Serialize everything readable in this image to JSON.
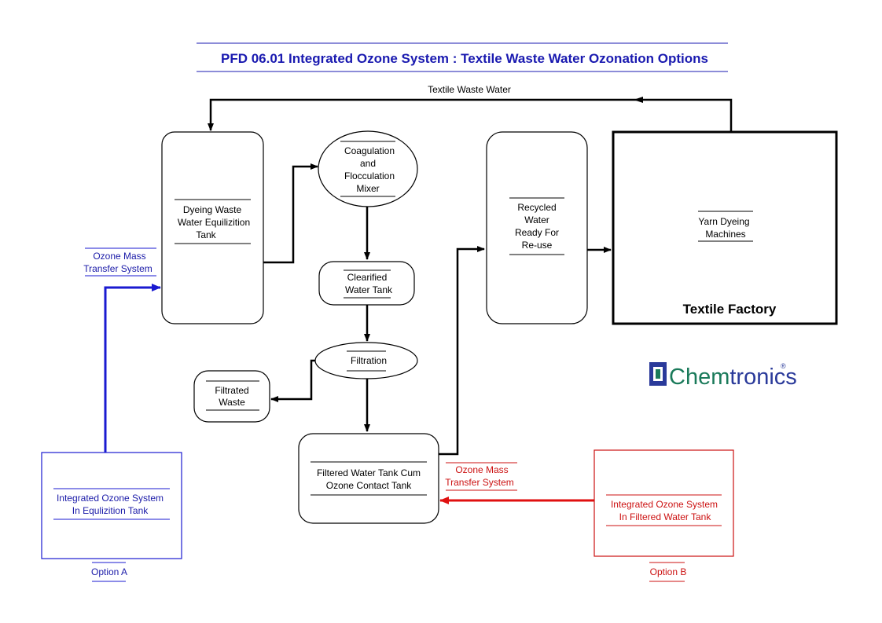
{
  "title": "PFD 06.01 Integrated Ozone System : Textile Waste Water Ozonation Options",
  "flow_label_top": "Textile Waste Water",
  "nodes": {
    "dyeing_tank": [
      "Dyeing Waste",
      "Water Equilizition",
      "Tank"
    ],
    "coagulation": [
      "Coagulation",
      "and",
      "Flocculation",
      "Mixer"
    ],
    "clearified": [
      "Clearified",
      "Water Tank"
    ],
    "filtration": [
      "Filtration"
    ],
    "filtrated_waste": [
      "Filtrated",
      "Waste"
    ],
    "filtered_tank": [
      "Filtered Water Tank Cum",
      "Ozone Contact Tank"
    ],
    "recycled": [
      "Recycled",
      "Water",
      "Ready For",
      "Re-use"
    ],
    "yarn": [
      "Yarn Dyeing",
      "Machines"
    ],
    "factory_label": "Textile Factory",
    "option_a_box": [
      "Integrated Ozone System",
      "In Equlizition Tank"
    ],
    "option_b_box": [
      "Integrated Ozone System",
      "In Filtered Water Tank"
    ]
  },
  "ozone_label_a": [
    "Ozone Mass",
    "Transfer System"
  ],
  "ozone_label_b": [
    "Ozone Mass",
    "Transfer System"
  ],
  "option_a": "Option A",
  "option_b": "Option B",
  "logo": {
    "text_a": "Chem",
    "text_b": "tronics",
    "mark": "®"
  },
  "colors": {
    "title": "#1a1ab0",
    "option_a": "#1a1ad0",
    "option_b": "#cc1111",
    "logo_green": "#1a7a5a",
    "logo_blue": "#2a3a9a"
  }
}
